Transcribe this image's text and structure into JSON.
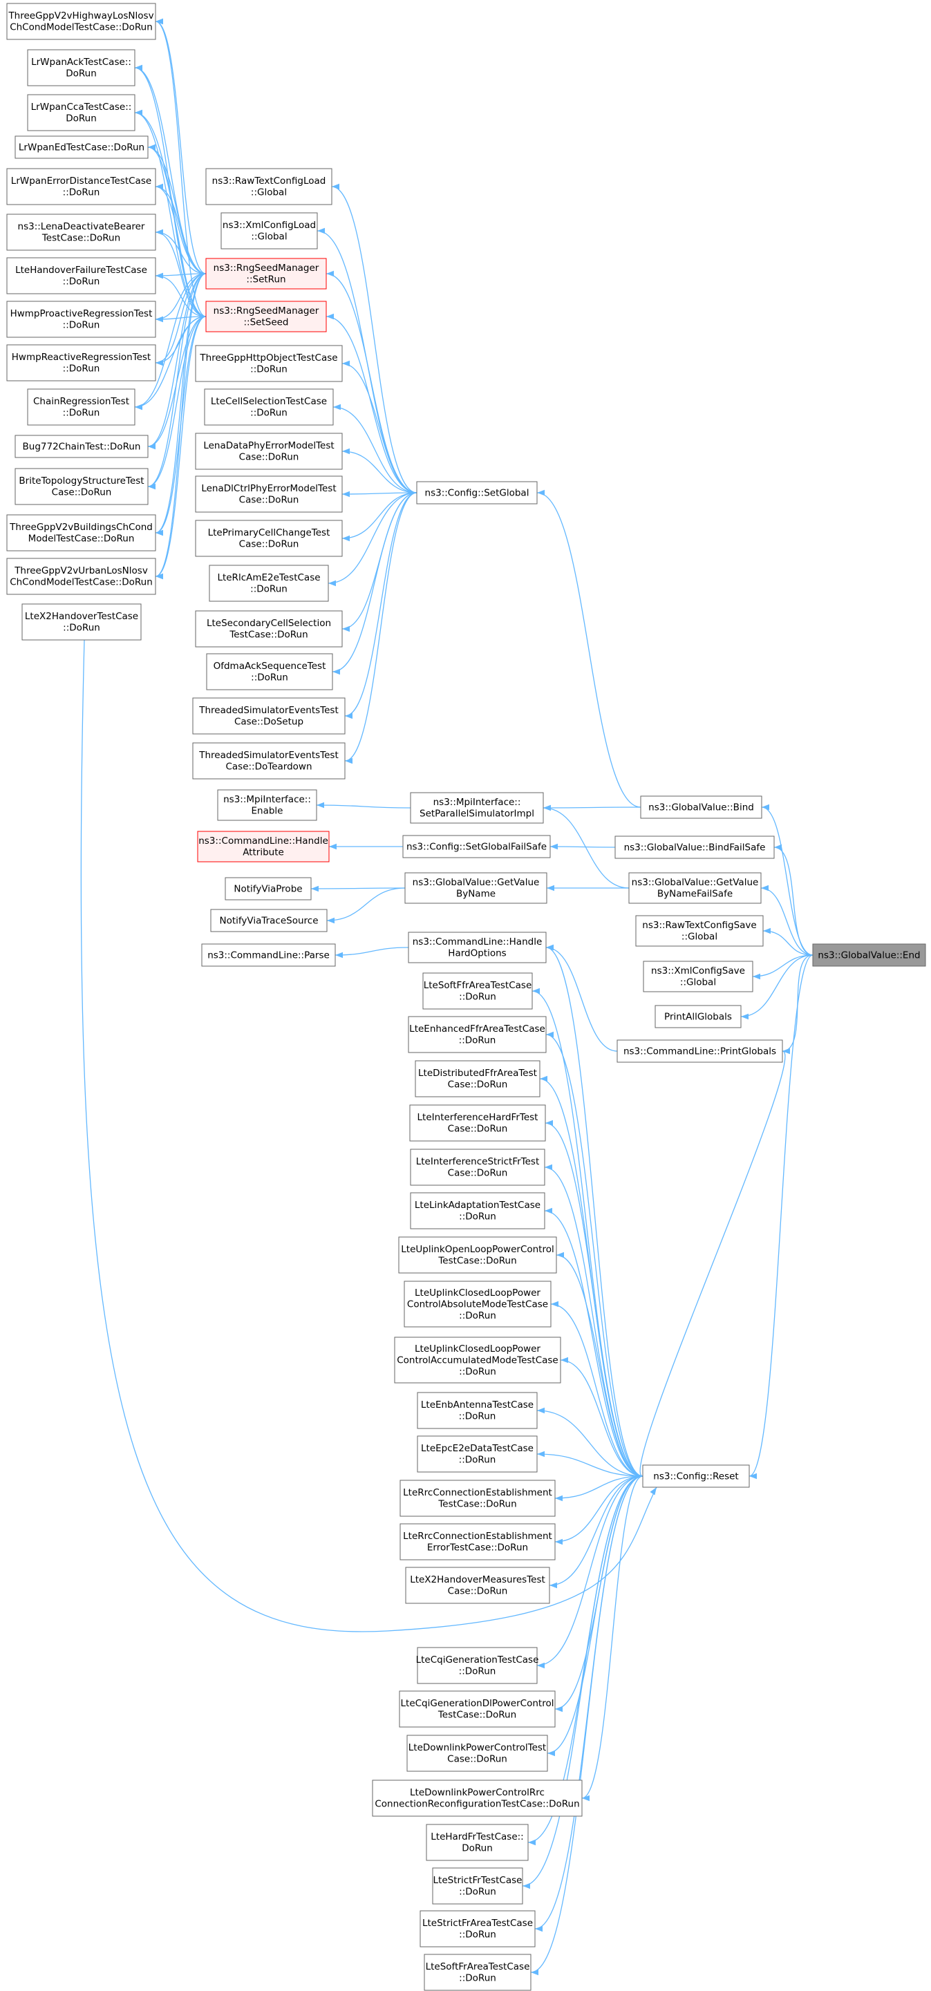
{
  "colors": {
    "edge": "#63b8ff",
    "node_border": "#666666",
    "node_fill": "#ffffff",
    "highlight_fill": "#fff0f0",
    "highlight_border": "#ff0000",
    "target_fill": "#999999",
    "target_border": "#666666"
  },
  "nodes": [
    {
      "id": "n0",
      "lines": [
        "ThreeGppV2vHighwayLosNlosv",
        "ChCondModelTestCase::DoRun"
      ]
    },
    {
      "id": "n1",
      "lines": [
        "LrWpanAckTestCase::",
        "DoRun"
      ]
    },
    {
      "id": "n2",
      "lines": [
        "LrWpanCcaTestCase::",
        "DoRun"
      ]
    },
    {
      "id": "n3",
      "lines": [
        "LrWpanEdTestCase::DoRun"
      ]
    },
    {
      "id": "n4",
      "lines": [
        "LrWpanErrorDistanceTestCase",
        "::DoRun"
      ]
    },
    {
      "id": "n5",
      "lines": [
        "ns3::LenaDeactivateBearer",
        "TestCase::DoRun"
      ]
    },
    {
      "id": "n6",
      "lines": [
        "LteHandoverFailureTestCase",
        "::DoRun"
      ]
    },
    {
      "id": "n7",
      "lines": [
        "HwmpProactiveRegressionTest",
        "::DoRun"
      ]
    },
    {
      "id": "n8",
      "lines": [
        "HwmpReactiveRegressionTest",
        "::DoRun"
      ]
    },
    {
      "id": "n9",
      "lines": [
        "ChainRegressionTest",
        "::DoRun"
      ]
    },
    {
      "id": "n10",
      "lines": [
        "Bug772ChainTest::DoRun"
      ]
    },
    {
      "id": "n11",
      "lines": [
        "BriteTopologyStructureTest",
        "Case::DoRun"
      ]
    },
    {
      "id": "n12",
      "lines": [
        "ThreeGppV2vBuildingsChCond",
        "ModelTestCase::DoRun"
      ]
    },
    {
      "id": "n13",
      "lines": [
        "ThreeGppV2vUrbanLosNlosv",
        "ChCondModelTestCase::DoRun"
      ]
    },
    {
      "id": "n14",
      "lines": [
        "LteX2HandoverTestCase",
        "::DoRun"
      ]
    },
    {
      "id": "rawload",
      "lines": [
        "ns3::RawTextConfigLoad",
        "::Global"
      ]
    },
    {
      "id": "xmlload",
      "lines": [
        "ns3::XmlConfigLoad",
        "::Global"
      ]
    },
    {
      "id": "setrun",
      "lines": [
        "ns3::RngSeedManager",
        "::SetRun"
      ]
    },
    {
      "id": "setseed",
      "lines": [
        "ns3::RngSeedManager",
        "::SetSeed"
      ]
    },
    {
      "id": "httpobj",
      "lines": [
        "ThreeGppHttpObjectTestCase",
        "::DoRun"
      ]
    },
    {
      "id": "cellsel",
      "lines": [
        "LteCellSelectionTestCase",
        "::DoRun"
      ]
    },
    {
      "id": "lenadata",
      "lines": [
        "LenaDataPhyErrorModelTest",
        "Case::DoRun"
      ]
    },
    {
      "id": "lenadl",
      "lines": [
        "LenaDlCtrlPhyErrorModelTest",
        "Case::DoRun"
      ]
    },
    {
      "id": "primcell",
      "lines": [
        "LtePrimaryCellChangeTest",
        "Case::DoRun"
      ]
    },
    {
      "id": "rlcam",
      "lines": [
        "LteRlcAmE2eTestCase",
        "::DoRun"
      ]
    },
    {
      "id": "seccell",
      "lines": [
        "LteSecondaryCellSelection",
        "TestCase::DoRun"
      ]
    },
    {
      "id": "ofdma",
      "lines": [
        "OfdmaAckSequenceTest",
        "::DoRun"
      ]
    },
    {
      "id": "thrsetup",
      "lines": [
        "ThreadedSimulatorEventsTest",
        "Case::DoSetup"
      ]
    },
    {
      "id": "thrteardown",
      "lines": [
        "ThreadedSimulatorEventsTest",
        "Case::DoTeardown"
      ]
    },
    {
      "id": "mpienable",
      "lines": [
        "ns3::MpiInterface::",
        "Enable"
      ]
    },
    {
      "id": "cmdhandle",
      "lines": [
        "ns3::CommandLine::Handle",
        "Attribute"
      ]
    },
    {
      "id": "notifyprobe",
      "lines": [
        "NotifyViaProbe"
      ]
    },
    {
      "id": "notifytrace",
      "lines": [
        "NotifyViaTraceSource"
      ]
    },
    {
      "id": "cmdparse",
      "lines": [
        "ns3::CommandLine::Parse"
      ]
    },
    {
      "id": "setglobal",
      "lines": [
        "ns3::Config::SetGlobal"
      ]
    },
    {
      "id": "mpisetpar",
      "lines": [
        "ns3::MpiInterface::",
        "SetParallelSimulatorImpl"
      ]
    },
    {
      "id": "setglobalfs",
      "lines": [
        "ns3::Config::SetGlobalFailSafe"
      ]
    },
    {
      "id": "getvaluebn",
      "lines": [
        "ns3::GlobalValue::GetValue",
        "ByName"
      ]
    },
    {
      "id": "handlehard",
      "lines": [
        "ns3::CommandLine::Handle",
        "HardOptions"
      ]
    },
    {
      "id": "r0",
      "lines": [
        "LteSoftFfrAreaTestCase",
        "::DoRun"
      ]
    },
    {
      "id": "r1",
      "lines": [
        "LteEnhancedFfrAreaTestCase",
        "::DoRun"
      ]
    },
    {
      "id": "r2",
      "lines": [
        "LteDistributedFfrAreaTest",
        "Case::DoRun"
      ]
    },
    {
      "id": "r3",
      "lines": [
        "LteInterferenceHardFrTest",
        "Case::DoRun"
      ]
    },
    {
      "id": "r4",
      "lines": [
        "LteInterferenceStrictFrTest",
        "Case::DoRun"
      ]
    },
    {
      "id": "r5",
      "lines": [
        "LteLinkAdaptationTestCase",
        "::DoRun"
      ]
    },
    {
      "id": "r6",
      "lines": [
        "LteUplinkOpenLoopPowerControl",
        "TestCase::DoRun"
      ]
    },
    {
      "id": "r7",
      "lines": [
        "LteUplinkClosedLoopPower",
        "ControlAbsoluteModeTestCase",
        "::DoRun"
      ]
    },
    {
      "id": "r8",
      "lines": [
        "LteUplinkClosedLoopPower",
        "ControlAccumulatedModeTestCase",
        "::DoRun"
      ]
    },
    {
      "id": "r9",
      "lines": [
        "LteEnbAntennaTestCase",
        "::DoRun"
      ]
    },
    {
      "id": "r10",
      "lines": [
        "LteEpcE2eDataTestCase",
        "::DoRun"
      ]
    },
    {
      "id": "r11",
      "lines": [
        "LteRrcConnectionEstablishment",
        "TestCase::DoRun"
      ]
    },
    {
      "id": "r12",
      "lines": [
        "LteRrcConnectionEstablishment",
        "ErrorTestCase::DoRun"
      ]
    },
    {
      "id": "r13",
      "lines": [
        "LteX2HandoverMeasuresTest",
        "Case::DoRun"
      ]
    },
    {
      "id": "r14",
      "lines": [
        "LteCqiGenerationTestCase",
        "::DoRun"
      ]
    },
    {
      "id": "r15",
      "lines": [
        "LteCqiGenerationDlPowerControl",
        "TestCase::DoRun"
      ]
    },
    {
      "id": "r16",
      "lines": [
        "LteDownlinkPowerControlTest",
        "Case::DoRun"
      ]
    },
    {
      "id": "r17",
      "lines": [
        "LteDownlinkPowerControlRrc",
        "ConnectionReconfigurationTestCase::DoRun"
      ]
    },
    {
      "id": "r18",
      "lines": [
        "LteHardFrTestCase::",
        "DoRun"
      ]
    },
    {
      "id": "r19",
      "lines": [
        "LteStrictFrTestCase",
        "::DoRun"
      ]
    },
    {
      "id": "r20",
      "lines": [
        "LteStrictFrAreaTestCase",
        "::DoRun"
      ]
    },
    {
      "id": "r21",
      "lines": [
        "LteSoftFrAreaTestCase",
        "::DoRun"
      ]
    },
    {
      "id": "gvbind",
      "lines": [
        "ns3::GlobalValue::Bind"
      ]
    },
    {
      "id": "gvbindfs",
      "lines": [
        "ns3::GlobalValue::BindFailSafe"
      ]
    },
    {
      "id": "gvgetfs",
      "lines": [
        "ns3::GlobalValue::GetValue",
        "ByNameFailSafe"
      ]
    },
    {
      "id": "rawsave",
      "lines": [
        "ns3::RawTextConfigSave",
        "::Global"
      ]
    },
    {
      "id": "xmlsave",
      "lines": [
        "ns3::XmlConfigSave",
        "::Global"
      ]
    },
    {
      "id": "printall",
      "lines": [
        "PrintAllGlobals"
      ]
    },
    {
      "id": "printglobals",
      "lines": [
        "ns3::CommandLine::PrintGlobals"
      ]
    },
    {
      "id": "configreset",
      "lines": [
        "ns3::Config::Reset"
      ]
    },
    {
      "id": "gvend",
      "lines": [
        "ns3::GlobalValue::End"
      ]
    }
  ]
}
